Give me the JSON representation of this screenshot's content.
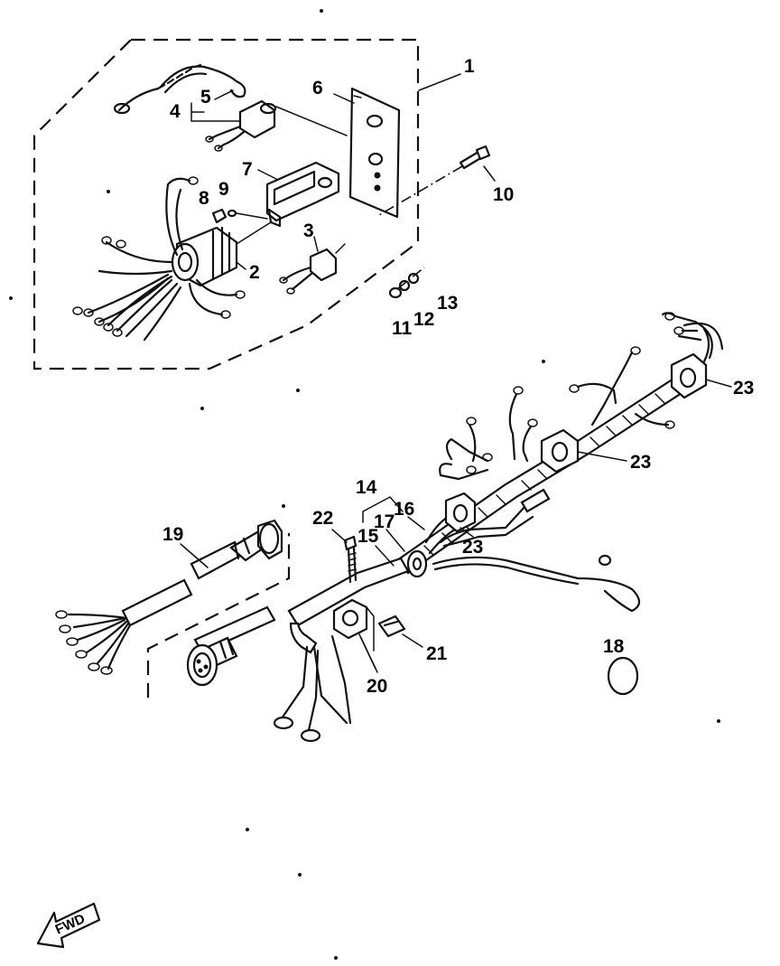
{
  "diagram": {
    "callouts": {
      "p1": "1",
      "p2": "2",
      "p3": "3",
      "p4": "4",
      "p5": "5",
      "p6": "6",
      "p7": "7",
      "p8": "8",
      "p9": "9",
      "p10": "10",
      "p11": "11",
      "p12": "12",
      "p13": "13",
      "p14": "14",
      "p15": "15",
      "p16": "16",
      "p17": "17",
      "p18": "18",
      "p19": "19",
      "p20": "20",
      "p21": "21",
      "p22": "22",
      "p23a": "23",
      "p23b": "23",
      "p23c": "23"
    },
    "direction_label": "FWD"
  }
}
